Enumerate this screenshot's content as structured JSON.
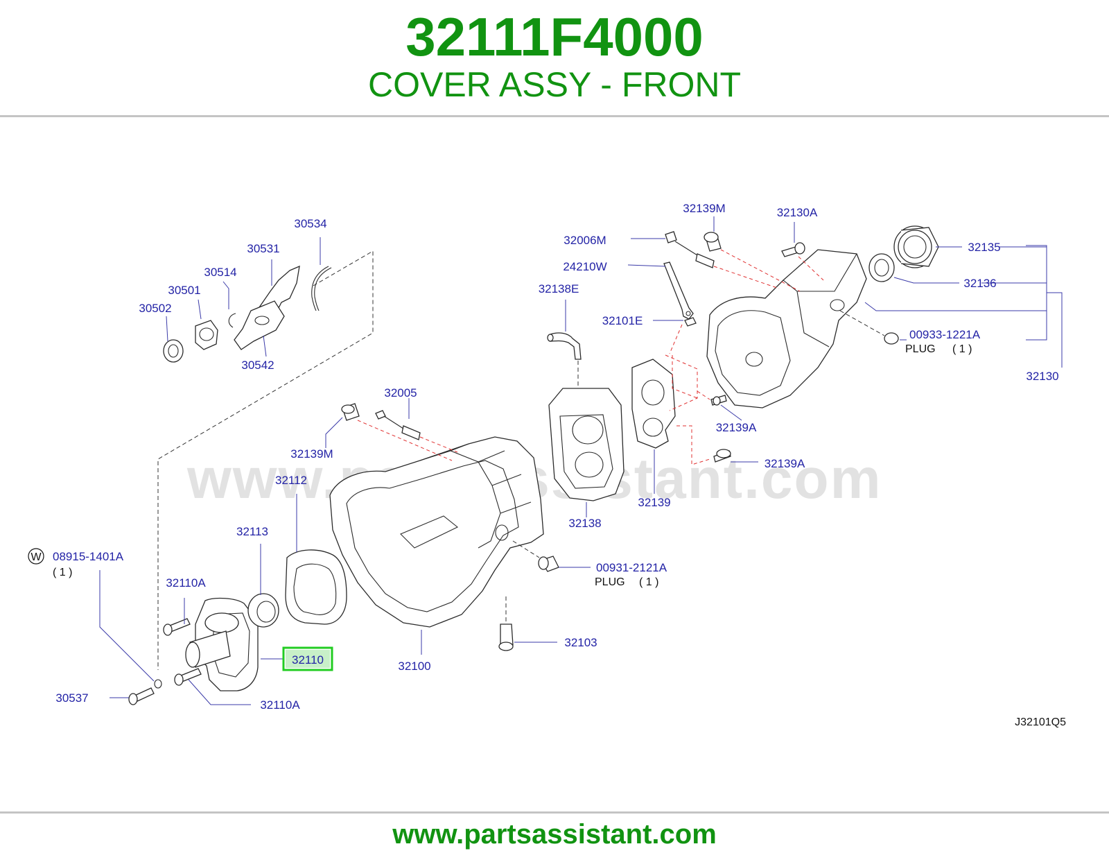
{
  "header": {
    "part_number": "32111F4000",
    "part_name": "COVER ASSY - FRONT"
  },
  "watermark": "www.partsassistant.com",
  "diagram_code": "J32101Q5",
  "footer": {
    "url": "www.partsassistant.com"
  },
  "highlight_color": "#22cc22",
  "brand_color": "#119311",
  "callouts": {
    "c30534": "30534",
    "c30531": "30531",
    "c30514": "30514",
    "c30501": "30501",
    "c30502": "30502",
    "c30542": "30542",
    "c32005": "32005",
    "c32139M_a": "32139M",
    "c32112": "32112",
    "c32113": "32113",
    "c08915": "08915-1401A",
    "c08915_qty": "( 1 )",
    "c08915_mark": "W",
    "c32110A_a": "32110A",
    "c32110": "32110",
    "c32110A_b": "32110A",
    "c30537": "30537",
    "c32100": "32100",
    "c32103": "32103",
    "c00931": "00931-2121A",
    "c00931_plug": "PLUG",
    "c00931_qty": "( 1 )",
    "c32138": "32138",
    "c32139": "32139",
    "c32139A_a": "32139A",
    "c32139A_b": "32139A",
    "c32138E": "32138E",
    "c32101E": "32101E",
    "c24210W": "24210W",
    "c32006M": "32006M",
    "c32139M_b": "32139M",
    "c32130A": "32130A",
    "c32135": "32135",
    "c32136": "32136",
    "c00933": "00933-1221A",
    "c00933_plug": "PLUG",
    "c00933_qty": "( 1 )",
    "c32130": "32130"
  }
}
